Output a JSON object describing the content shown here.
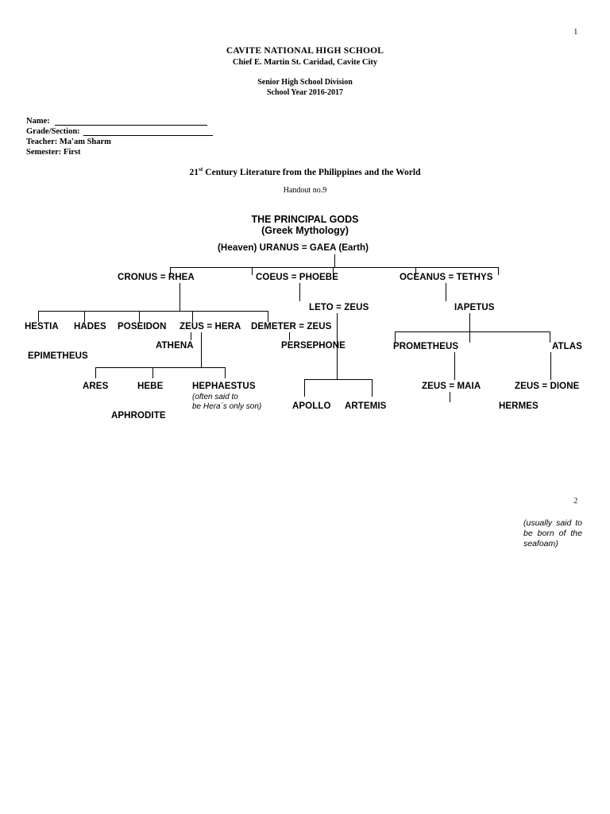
{
  "document": {
    "page_numbers": [
      "1",
      "2"
    ],
    "school_name": "CAVITE NATIONAL HIGH SCHOOL",
    "school_address": "Chief E. Martin St. Caridad, Cavite City",
    "division": "Senior High School Division",
    "school_year": "School Year 2016-2017"
  },
  "fields": {
    "name_label": "Name: ",
    "grade_label": "Grade/Section: ",
    "teacher_label": "Teacher: Ma'am Sharm",
    "semester_label": "Semester: First"
  },
  "subject": {
    "title_prefix": "21",
    "title_sup": "st",
    "title_rest": " Century Literature from the Philippines and the World",
    "handout": "Handout no.9"
  },
  "chart_data": {
    "type": "diagram",
    "title": "THE PRINCIPAL GODS",
    "subtitle": "(Greek Mythology)",
    "nodes": [
      {
        "id": "uranus-gaea",
        "label": "(Heaven) URANUS  =   GAEA (Earth)"
      },
      {
        "id": "cronus-rhea",
        "label": "CRONUS = RHEA"
      },
      {
        "id": "coeus-phoebe",
        "label": "COEUS = PHOEBE"
      },
      {
        "id": "oceanus-tethys",
        "label": "OCEANUS = TETHYS"
      },
      {
        "id": "leto-zeus",
        "label": "LETO = ZEUS"
      },
      {
        "id": "iapetus",
        "label": "IAPETUS"
      },
      {
        "id": "hestia",
        "label": "HESTIA"
      },
      {
        "id": "hades",
        "label": "HADES"
      },
      {
        "id": "poseidon",
        "label": "POSEIDON"
      },
      {
        "id": "zeus-hera",
        "label": "ZEUS = HERA"
      },
      {
        "id": "demeter-zeus",
        "label": "DEMETER = ZEUS"
      },
      {
        "id": "athena",
        "label": "ATHENA"
      },
      {
        "id": "persephone",
        "label": "PERSEPHONE"
      },
      {
        "id": "prometheus",
        "label": "PROMETHEUS"
      },
      {
        "id": "atlas",
        "label": "ATLAS"
      },
      {
        "id": "epimetheus",
        "label": "EPIMETHEUS"
      },
      {
        "id": "ares",
        "label": "ARES"
      },
      {
        "id": "hebe",
        "label": "HEBE"
      },
      {
        "id": "hephaestus",
        "label": "HEPHAESTUS"
      },
      {
        "id": "aphrodite",
        "label": "APHRODITE"
      },
      {
        "id": "apollo",
        "label": "APOLLO"
      },
      {
        "id": "artemis",
        "label": "ARTEMIS"
      },
      {
        "id": "zeus-maia",
        "label": "ZEUS = MAIA"
      },
      {
        "id": "zeus-dione",
        "label": "ZEUS = DIONE"
      },
      {
        "id": "hermes",
        "label": "HERMES"
      }
    ],
    "annotations": {
      "hephaestus_note_line1": "(often said to",
      "hephaestus_note_line2": "be Hera´s only son)",
      "aphrodite_note": "(usually said to be born of the seafoam)"
    },
    "edges": [
      {
        "from": "uranus-gaea",
        "to": "cronus-rhea"
      },
      {
        "from": "uranus-gaea",
        "to": "coeus-phoebe"
      },
      {
        "from": "uranus-gaea",
        "to": "oceanus-tethys"
      },
      {
        "from": "cronus-rhea",
        "to": "hestia"
      },
      {
        "from": "cronus-rhea",
        "to": "hades"
      },
      {
        "from": "cronus-rhea",
        "to": "poseidon"
      },
      {
        "from": "cronus-rhea",
        "to": "zeus-hera"
      },
      {
        "from": "cronus-rhea",
        "to": "demeter-zeus"
      },
      {
        "from": "coeus-phoebe",
        "to": "leto-zeus"
      },
      {
        "from": "oceanus-tethys",
        "to": "iapetus"
      },
      {
        "from": "zeus-hera",
        "to": "athena"
      },
      {
        "from": "demeter-zeus",
        "to": "persephone"
      },
      {
        "from": "zeus-hera",
        "to": "ares"
      },
      {
        "from": "zeus-hera",
        "to": "hebe"
      },
      {
        "from": "zeus-hera",
        "to": "hephaestus"
      },
      {
        "from": "leto-zeus",
        "to": "apollo"
      },
      {
        "from": "leto-zeus",
        "to": "artemis"
      },
      {
        "from": "iapetus",
        "to": "prometheus"
      },
      {
        "from": "iapetus",
        "to": "epimetheus"
      },
      {
        "from": "iapetus",
        "to": "atlas"
      },
      {
        "from": "prometheus",
        "to": "zeus-maia"
      },
      {
        "from": "atlas",
        "to": "zeus-dione"
      },
      {
        "from": "zeus-maia",
        "to": "hermes"
      }
    ]
  }
}
